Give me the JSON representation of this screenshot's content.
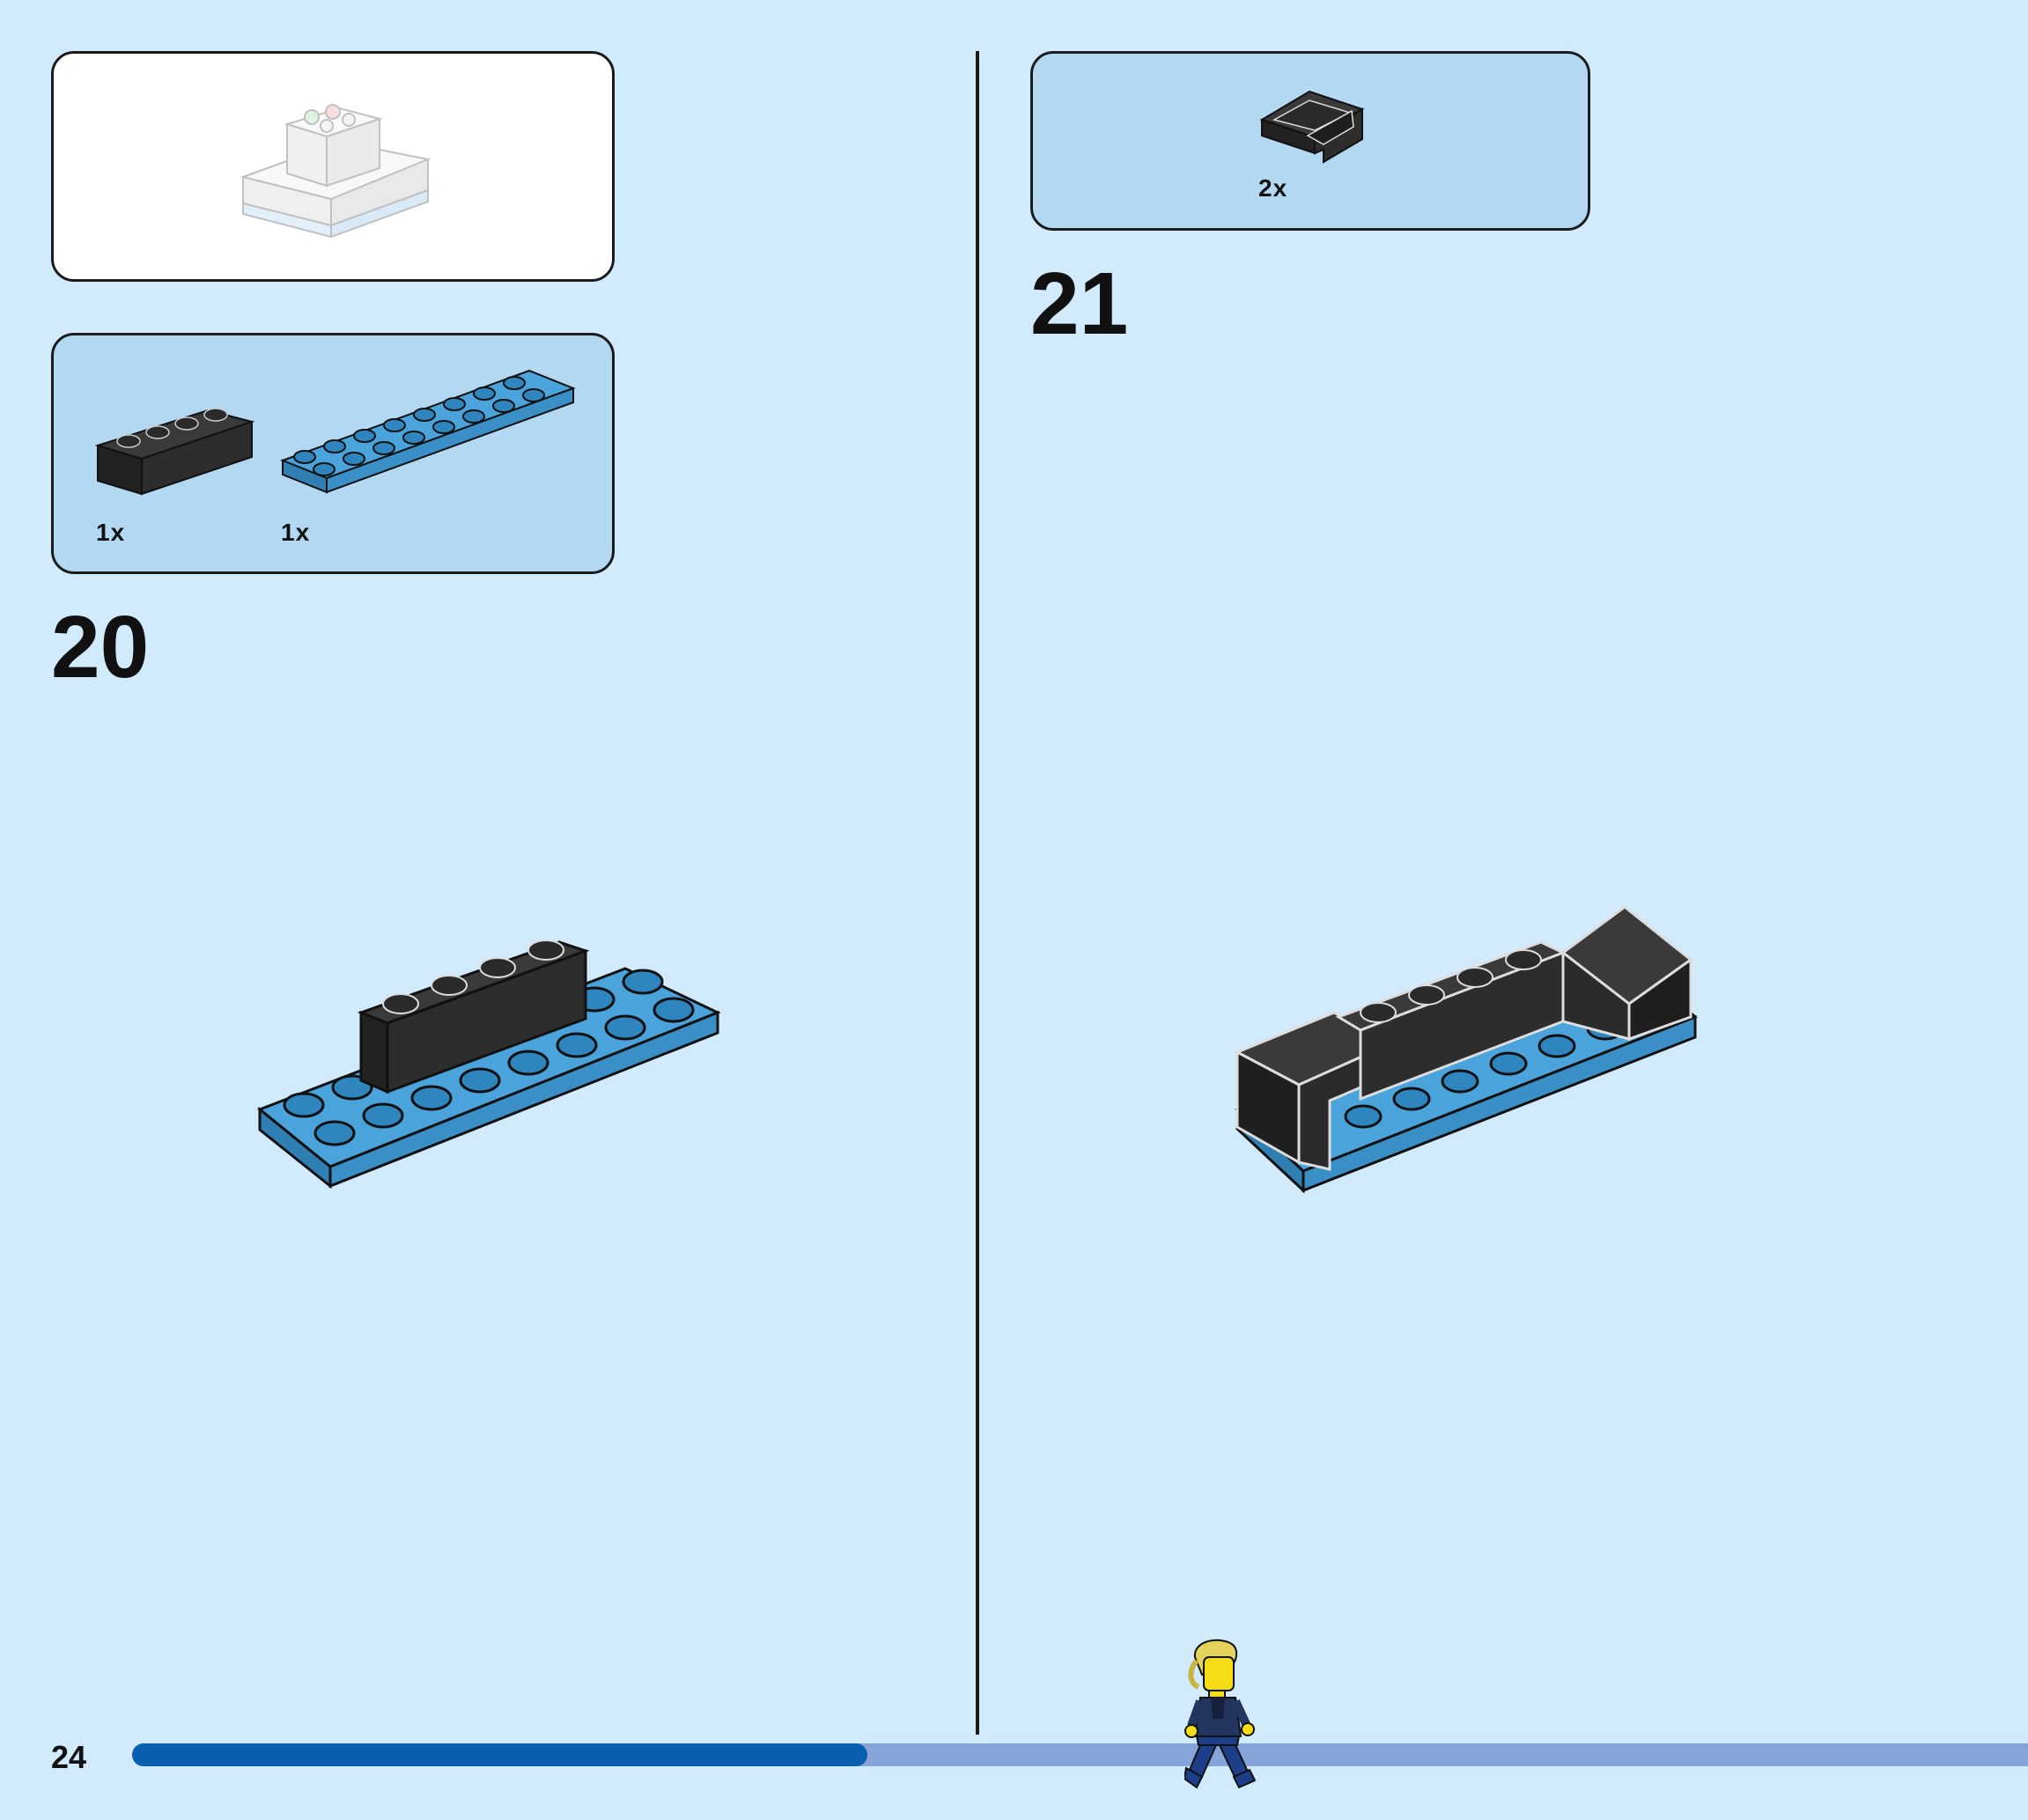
{
  "page": {
    "number": "24",
    "progress": 0.385,
    "background_color": "#d1eafc"
  },
  "colors": {
    "plate_blue": "#3d94cc",
    "brick_black": "#2a2a2a",
    "track": "#85a4d8",
    "fill": "#0b5fb0"
  },
  "left": {
    "preview_icon": "completed-model-preview-icon",
    "parts": [
      {
        "name": "black-brick-1x4-icon",
        "qty": "1x"
      },
      {
        "name": "blue-plate-2x8-icon",
        "qty": "1x"
      }
    ],
    "step": "20",
    "assembly_icon": "step-20-assembly-icon"
  },
  "right": {
    "parts": [
      {
        "name": "black-corner-panel-icon",
        "qty": "2x"
      }
    ],
    "step": "21",
    "assembly_icon": "step-21-assembly-icon"
  },
  "minifigure_icon": "walking-minifigure-icon"
}
